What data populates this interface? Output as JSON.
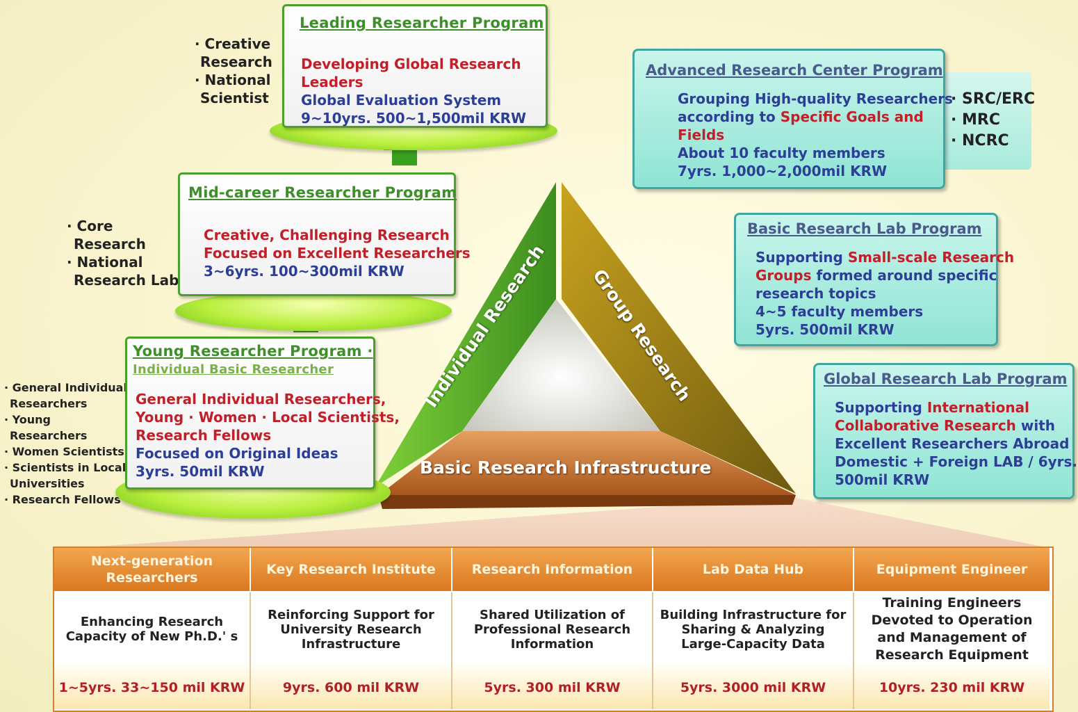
{
  "leading": {
    "side": [
      "· Creative",
      "Research",
      "· National",
      "Scientist"
    ],
    "title": "Leading Researcher Program",
    "lines": [
      "Developing Global Research",
      "Leaders",
      "Global Evaluation System",
      "9~10yrs. 500~1,500mil KRW"
    ]
  },
  "midcareer": {
    "side": [
      "· Core",
      "Research",
      "· National",
      "Research Lab"
    ],
    "title": "Mid-career Researcher Program",
    "lines": [
      "Creative, Challenging Research",
      "Focused on Excellent Researchers",
      "3~6yrs. 100~300mil KRW"
    ]
  },
  "young": {
    "side": [
      "· General Individual",
      "Researchers",
      "· Young",
      "Researchers",
      "· Women Scientists",
      "· Scientists in Local",
      "Universities",
      "· Research Fellows"
    ],
    "title": "Young  Researcher Program ·",
    "subtitle": "Individual  Basic  Researcher",
    "lines": [
      "General Individual Researchers,",
      "Young · Women  · Local Scientists,",
      "Research Fellows",
      "Focused on Original Ideas",
      "3yrs. 50mil KRW"
    ]
  },
  "triangle": {
    "left": "Individual Research",
    "right": "Group Research",
    "base": "Basic Research Infrastructure"
  },
  "advanced": {
    "title": "Advanced Research Center Program",
    "line1a": "Grouping High-quality Researchers",
    "line2a": "according to ",
    "line2b": "Specific Goals and",
    "line3": "Fields",
    "line4": "About 10 faculty members",
    "line5": "7yrs. 1,000~2,000mil KRW",
    "side": [
      "· SRC/ERC",
      "· MRC",
      "· NCRC"
    ]
  },
  "basiclab": {
    "title": "Basic Research Lab Program",
    "line1a": "Supporting ",
    "line1b": "Small-scale Research",
    "line2a": "Groups",
    "line2b": " formed around specific",
    "line3": "research topics",
    "line4": "4~5 faculty members",
    "line5": "5yrs. 500mil KRW"
  },
  "globallab": {
    "title": "Global Research Lab Program",
    "line1a": "Supporting ",
    "line1b": "International",
    "line2a": "Collaborative Research",
    "line2b": " with",
    "line3": "Excellent Researchers Abroad",
    "line4": "Domestic + Foreign LAB / 6yrs.",
    "line5": "500mil KRW"
  },
  "table": {
    "columns": [
      {
        "header": "Next-generation Researchers",
        "desc": "Enhancing Research Capacity of New Ph.D.' s",
        "cost": "1~5yrs. 33~150 mil KRW"
      },
      {
        "header": "Key Research Institute",
        "desc": "Reinforcing Support for University Research Infrastructure",
        "cost": "9yrs. 600 mil KRW"
      },
      {
        "header": "Research Information",
        "desc": "Shared Utilization of Professional Research Information",
        "cost": "5yrs. 300 mil KRW"
      },
      {
        "header": "Lab Data Hub",
        "desc": "Building Infrastructure for Sharing & Analyzing Large-Capacity Data",
        "cost": "5yrs. 3000 mil KRW"
      },
      {
        "header": "Equipment Engineer",
        "desc": "Training Engineers Devoted to Operation and Management of Research Equipment",
        "cost": "10yrs. 230 mil KRW"
      }
    ]
  },
  "colors": {
    "green": "#4aa02c",
    "red": "#c0202a",
    "blue": "#2c3f95",
    "teal": "#8fe4d4",
    "orange": "#d9781f"
  }
}
